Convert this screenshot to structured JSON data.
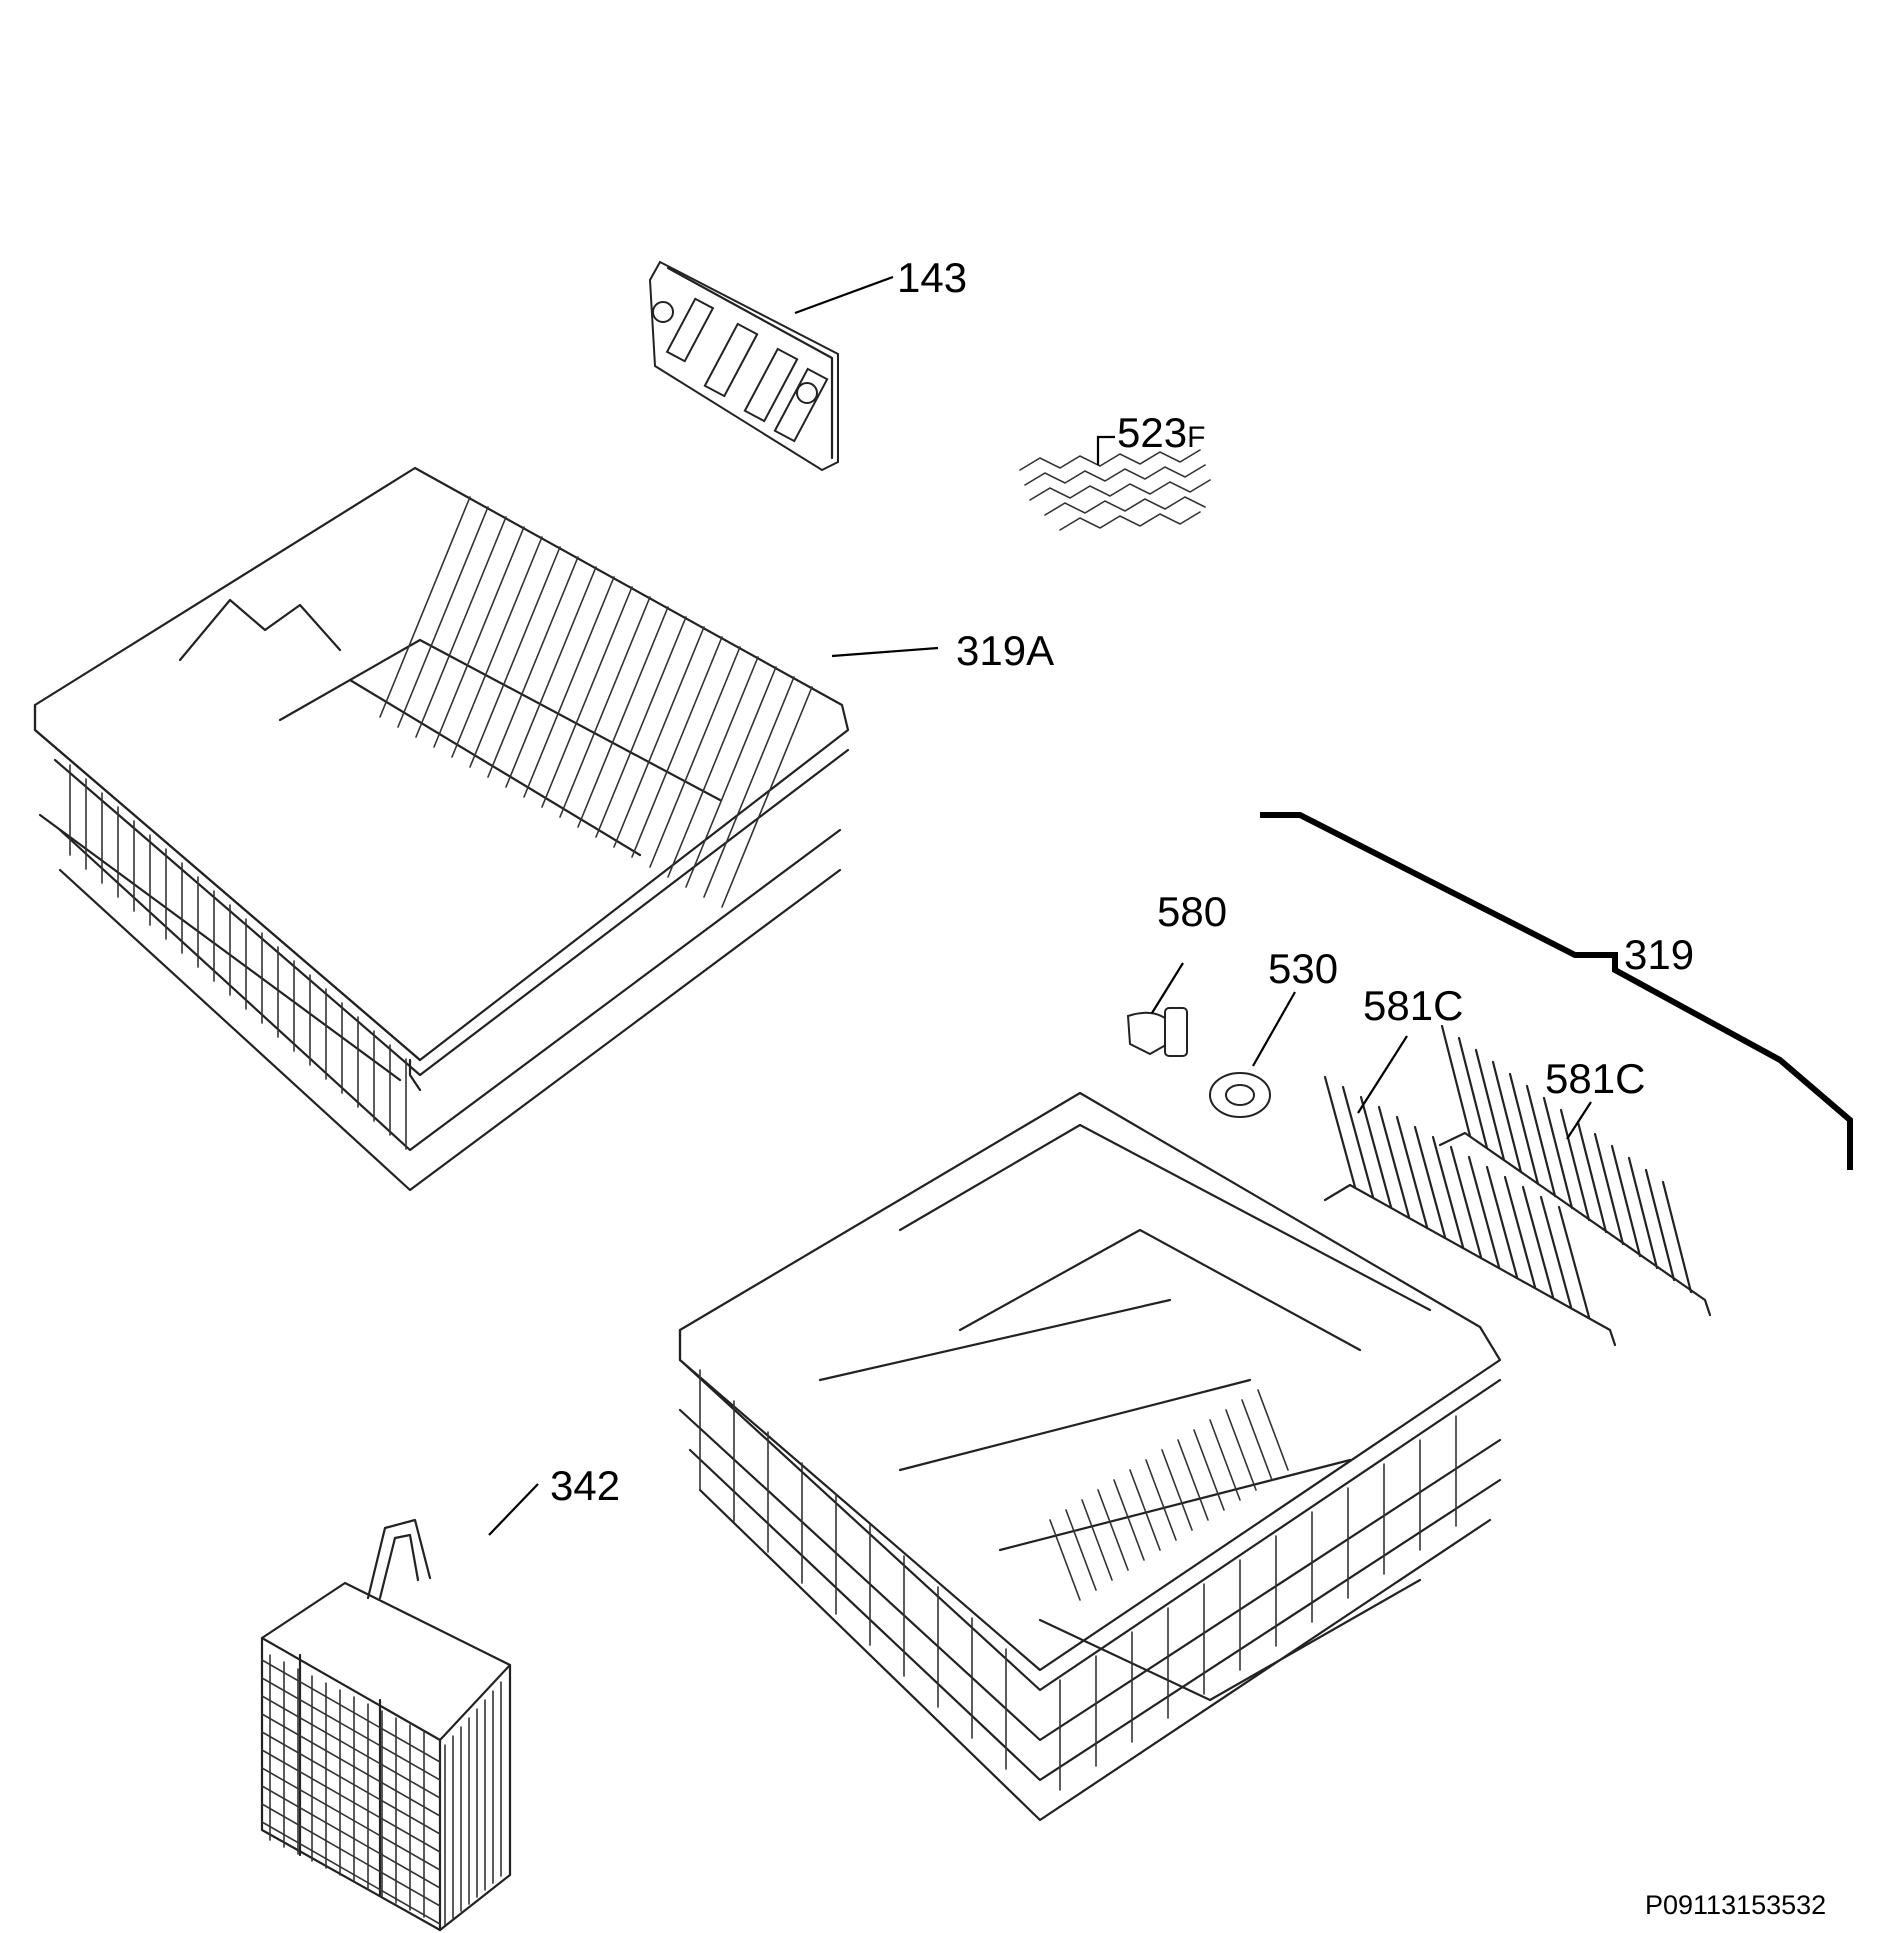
{
  "labels": {
    "l143": "143",
    "l523": "523",
    "l523_suffix": "F",
    "l319A": "319A",
    "l319": "319",
    "l580": "580",
    "l530": "530",
    "l581C_a": "581C",
    "l581C_b": "581C",
    "l342": "342"
  },
  "drawing_code": "P09113153532"
}
